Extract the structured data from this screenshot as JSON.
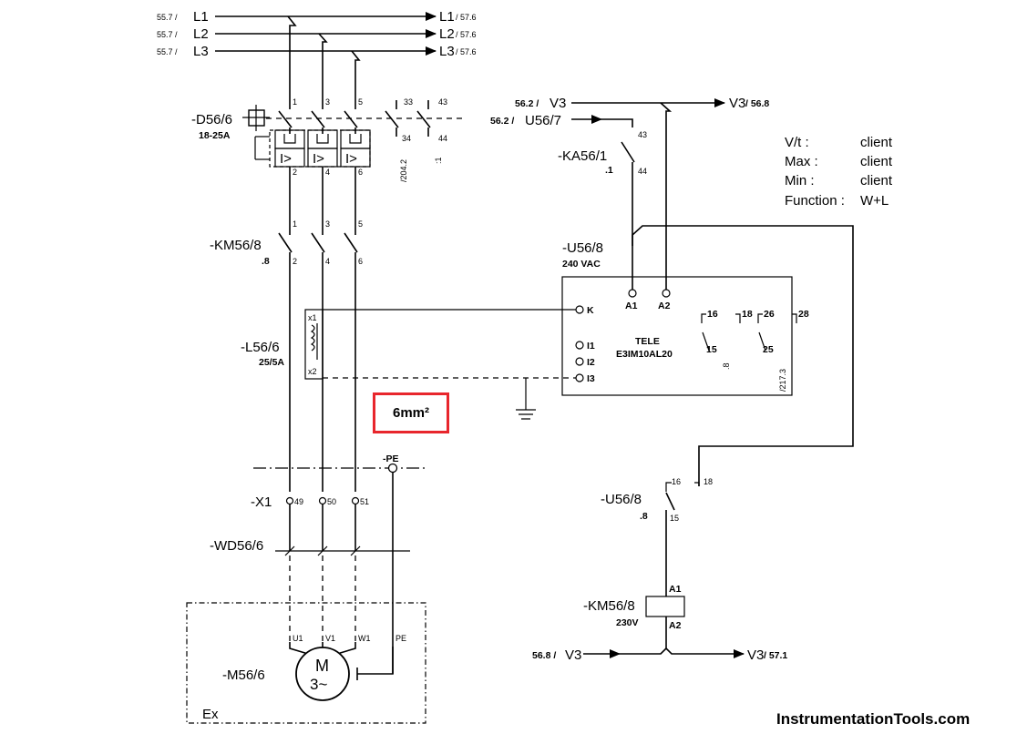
{
  "supply_lines": [
    {
      "from": "55.7 / ",
      "name": "L1",
      "to": "L1",
      "to_ref": " / 57.6"
    },
    {
      "from": "55.7 / ",
      "name": "L2",
      "to": "L2",
      "to_ref": " / 57.6"
    },
    {
      "from": "55.7 / ",
      "name": "L3",
      "to": "L3",
      "to_ref": " / 57.6"
    }
  ],
  "breaker": {
    "tag": "-D56/6",
    "rating": "18-25A",
    "trip_symbol": "I>",
    "aux_contact_ref": "/204.2",
    "aux_contact_ref2": ":1"
  },
  "contactor_main": {
    "tag": "-KM56/8",
    "sub": ".8"
  },
  "current_transformer": {
    "tag": "-L56/6",
    "rating": "25/5A",
    "x1": "x1",
    "x2": "x2"
  },
  "control_lines": {
    "v3_in_ref": "56.2 / ",
    "v3_in": "V3",
    "v3_out": "V3",
    "v3_out_ref": " / 56.8",
    "u_in_ref": "56.2 / ",
    "u_in": "U56/7"
  },
  "relay_ka": {
    "tag": "-KA56/1",
    "sub": ".1",
    "t1": "43",
    "t2": "44"
  },
  "monitor": {
    "tag": "-U56/8",
    "voltage": "240 VAC",
    "brand": "TELE",
    "model": "E3IM10AL20",
    "terminals": [
      "K",
      "I1",
      "I2",
      "I3"
    ],
    "a1": "A1",
    "a2": "A2",
    "c16": "16",
    "c18": "18",
    "c26": "26",
    "c28": "28",
    "c15": "15",
    "c25": "25",
    "ref_8": ".8",
    "ref_217": "/217.3"
  },
  "settings": [
    {
      "label": "V/t  :",
      "value": "client"
    },
    {
      "label": "Max  :",
      "value": "client"
    },
    {
      "label": "Min  :",
      "value": "client"
    },
    {
      "label": "Function :",
      "value": "W+L"
    }
  ],
  "highlight": "6mm²",
  "terminal_block": {
    "tag": "-X1",
    "pe": "-PE",
    "t1": "49",
    "t2": "50",
    "t3": "51"
  },
  "cable": {
    "tag": "-WD56/6"
  },
  "motor": {
    "tag": "-M56/6",
    "symbol": "M",
    "phase": "3~",
    "u1": "U1",
    "v1": "V1",
    "w1": "W1",
    "pe": "PE",
    "zone": "Ex"
  },
  "aux_contact": {
    "tag": "-U56/8",
    "sub": ".8",
    "t16": "16",
    "t18": "18",
    "t15": "15"
  },
  "coil": {
    "tag": "-KM56/8",
    "voltage": "230V",
    "a1": "A1",
    "a2": "A2"
  },
  "bottom_lines": {
    "in_ref": "56.8 / ",
    "in": "V3",
    "out": "V3",
    "out_ref": " / 57.1"
  },
  "watermark": "InstrumentationTools.com"
}
